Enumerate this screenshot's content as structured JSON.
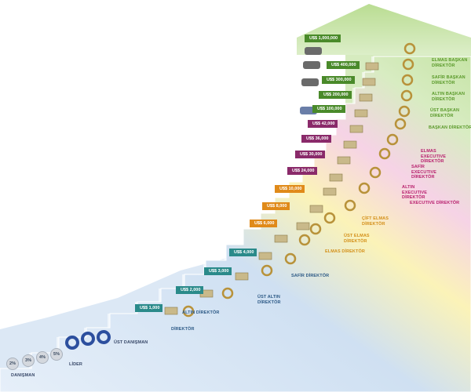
{
  "ranks": [
    {
      "id": "danisman",
      "label": "DANIŞMAN",
      "color": "#3a4a6a"
    },
    {
      "id": "lider",
      "label": "LİDER",
      "color": "#3a4a6a"
    },
    {
      "id": "ust-danisman",
      "label": "ÜST DANIŞMAN",
      "color": "#3a4a6a"
    },
    {
      "id": "direktor",
      "label": "DİREKTÖR",
      "color": "#2d5a86"
    },
    {
      "id": "altin-direktor",
      "label": "ALTIN DİREKTÖR",
      "color": "#2d5a86"
    },
    {
      "id": "ust-altin-direktor",
      "label": "ÜST ALTIN DİREKTÖR",
      "color": "#2d5a86"
    },
    {
      "id": "safir-direktor",
      "label": "SAFİR DİREKTÖR",
      "color": "#2d5a86"
    },
    {
      "id": "elmas-direktor",
      "label": "ELMAS DİREKTÖR",
      "color": "#d4901a"
    },
    {
      "id": "ust-elmas-direktor",
      "label": "ÜST ELMAS DİREKTÖR",
      "color": "#d4901a"
    },
    {
      "id": "cift-elmas-direktor",
      "label": "ÇİFT ELMAS DİREKTÖR",
      "color": "#d4901a"
    },
    {
      "id": "executive-direktor",
      "label": "EXECUTIVE DİREKTÖR",
      "color": "#b8206e"
    },
    {
      "id": "altin-executive-direktor",
      "label": "ALTIN EXECUTIVE DİREKTÖR",
      "color": "#b8206e"
    },
    {
      "id": "safir-executive-direktor",
      "label": "SAFİR EXECUTIVE DİREKTÖR",
      "color": "#b8206e"
    },
    {
      "id": "elmas-executive-direktor",
      "label": "ELMAS EXECUTIVE DİREKTÖR",
      "color": "#b8206e"
    },
    {
      "id": "baskan-direktor",
      "label": "BAŞKAN DİREKTÖR",
      "color": "#5a9a2a"
    },
    {
      "id": "ust-baskan-direktor",
      "label": "ÜST BAŞKAN DİREKTÖR",
      "color": "#5a9a2a"
    },
    {
      "id": "altin-baskan-direktor",
      "label": "ALTIN BAŞKAN DİREKTÖR",
      "color": "#5a9a2a"
    },
    {
      "id": "safir-baskan-direktor",
      "label": "SAFİR BAŞKAN DİREKTÖR",
      "color": "#5a9a2a"
    },
    {
      "id": "elmas-baskan-direktor",
      "label": "ELMAS BAŞKAN DİREKTÖR",
      "color": "#5a9a2a"
    }
  ],
  "bonuses": [
    {
      "label": "U$$ 1,000",
      "color": "#2a8a8a"
    },
    {
      "label": "U$$ 2,000",
      "color": "#2a8a8a"
    },
    {
      "label": "U$$ 3,000",
      "color": "#2a8a8a"
    },
    {
      "label": "U$$ 4,000",
      "color": "#2a8a8a"
    },
    {
      "label": "U$$ 6,000",
      "color": "#e08a1a"
    },
    {
      "label": "U$$ 8,000",
      "color": "#e08a1a"
    },
    {
      "label": "U$$ 10,000",
      "color": "#e08a1a"
    },
    {
      "label": "U$$ 24,000",
      "color": "#8a2a6a"
    },
    {
      "label": "U$$ 30,000",
      "color": "#8a2a6a"
    },
    {
      "label": "U$$ 36,000",
      "color": "#8a2a6a"
    },
    {
      "label": "U$$ 42,000",
      "color": "#8a2a6a"
    },
    {
      "label": "U$$ 100,000",
      "color": "#4a8a2a"
    },
    {
      "label": "U$$ 200,000",
      "color": "#4a8a2a"
    },
    {
      "label": "U$$ 300,000",
      "color": "#4a8a2a"
    },
    {
      "label": "U$$ 400,000",
      "color": "#4a8a2a"
    },
    {
      "label": "U$$ 1,000,000",
      "color": "#4a8a2a"
    }
  ],
  "percent_badges": [
    "2%",
    "3%",
    "4%",
    "5%"
  ],
  "colors": {
    "blue_zone": "#cfe0f2",
    "blue_zone_light": "#e6eff9",
    "yellow_zone": "#fbf3b8",
    "pink_zone": "#f6d3e6",
    "green_zone": "#cfe8b4",
    "green_arrow": "#b8dc8e"
  }
}
